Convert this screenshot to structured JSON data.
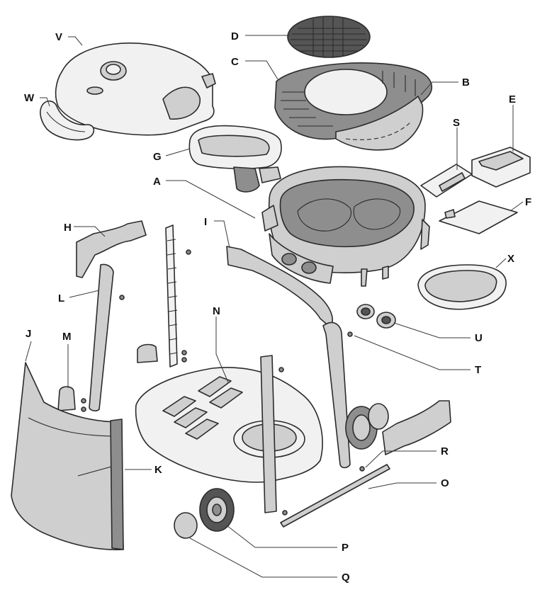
{
  "labels": {
    "A": "A",
    "B": "B",
    "C": "C",
    "D": "D",
    "E": "E",
    "F": "F",
    "G": "G",
    "H": "H",
    "I": "I",
    "J": "J",
    "K": "K",
    "L": "L",
    "M": "M",
    "N": "N",
    "O": "O",
    "P": "P",
    "Q": "Q",
    "R": "R",
    "S": "S",
    "T": "T",
    "U": "U",
    "V": "V",
    "W": "W",
    "X": "X"
  },
  "colors": {
    "line": "#2b2b2b",
    "light": "#f1f1f1",
    "mid": "#cfcfcf",
    "dark": "#8e8e8e"
  }
}
